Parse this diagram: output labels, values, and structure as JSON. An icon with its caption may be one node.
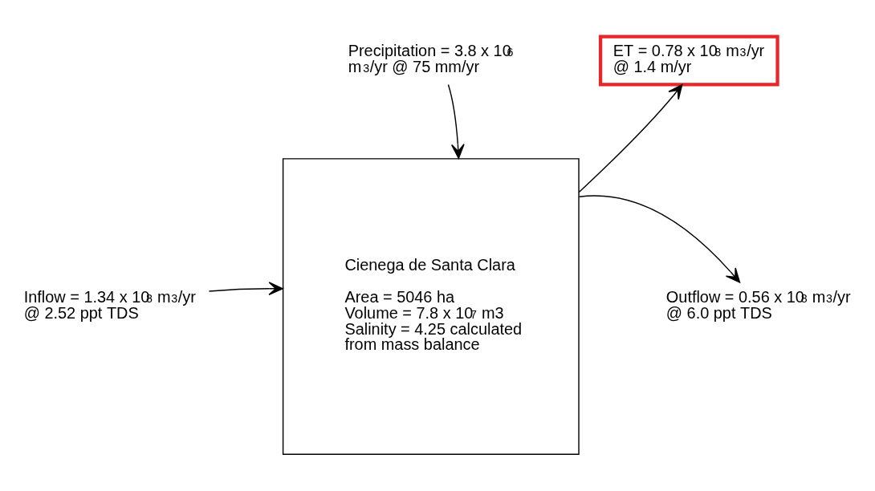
{
  "diagram": {
    "nodes": [
      {
        "text": [
          "Cienega de Santa Clara",
          "Area = 5046 ha Volume = 7.8 x 10$^{7}$ m3 Salinity = 4.25 calculated from mass balance"
        ]
      },
      {
        "text": [
          "ET = 0.78 x 10$^{8}$ m$^{3}$/yr @ 1.4 m/yr"
        ]
      },
      {
        "text": [
          "Precipitation = 3.8 x 10$^{6}$ m$^{3}$/yr @ 75 mm/yr"
        ]
      },
      {
        "text": [
          "Inflow = 1.34 x 10$^{8}$ m$^{3}$/yr @ 2.52 ppt TDS"
        ]
      },
      {
        "text": [
          "Outflow = 0.56 x 10$^{8}$ m$^{3}$/yr @ 6.0 ppt TDS"
        ]
      }
    ],
    "edges": [
      {
        "from": 2,
        "to": 0,
        "arrow": "to"
      },
      {
        "from": 0,
        "to": 1,
        "arrow": "to"
      },
      {
        "from": 3,
        "to": 0,
        "arrow": "to"
      },
      {
        "from": 0,
        "to": 4,
        "arrow": "to"
      }
    ]
  }
}
